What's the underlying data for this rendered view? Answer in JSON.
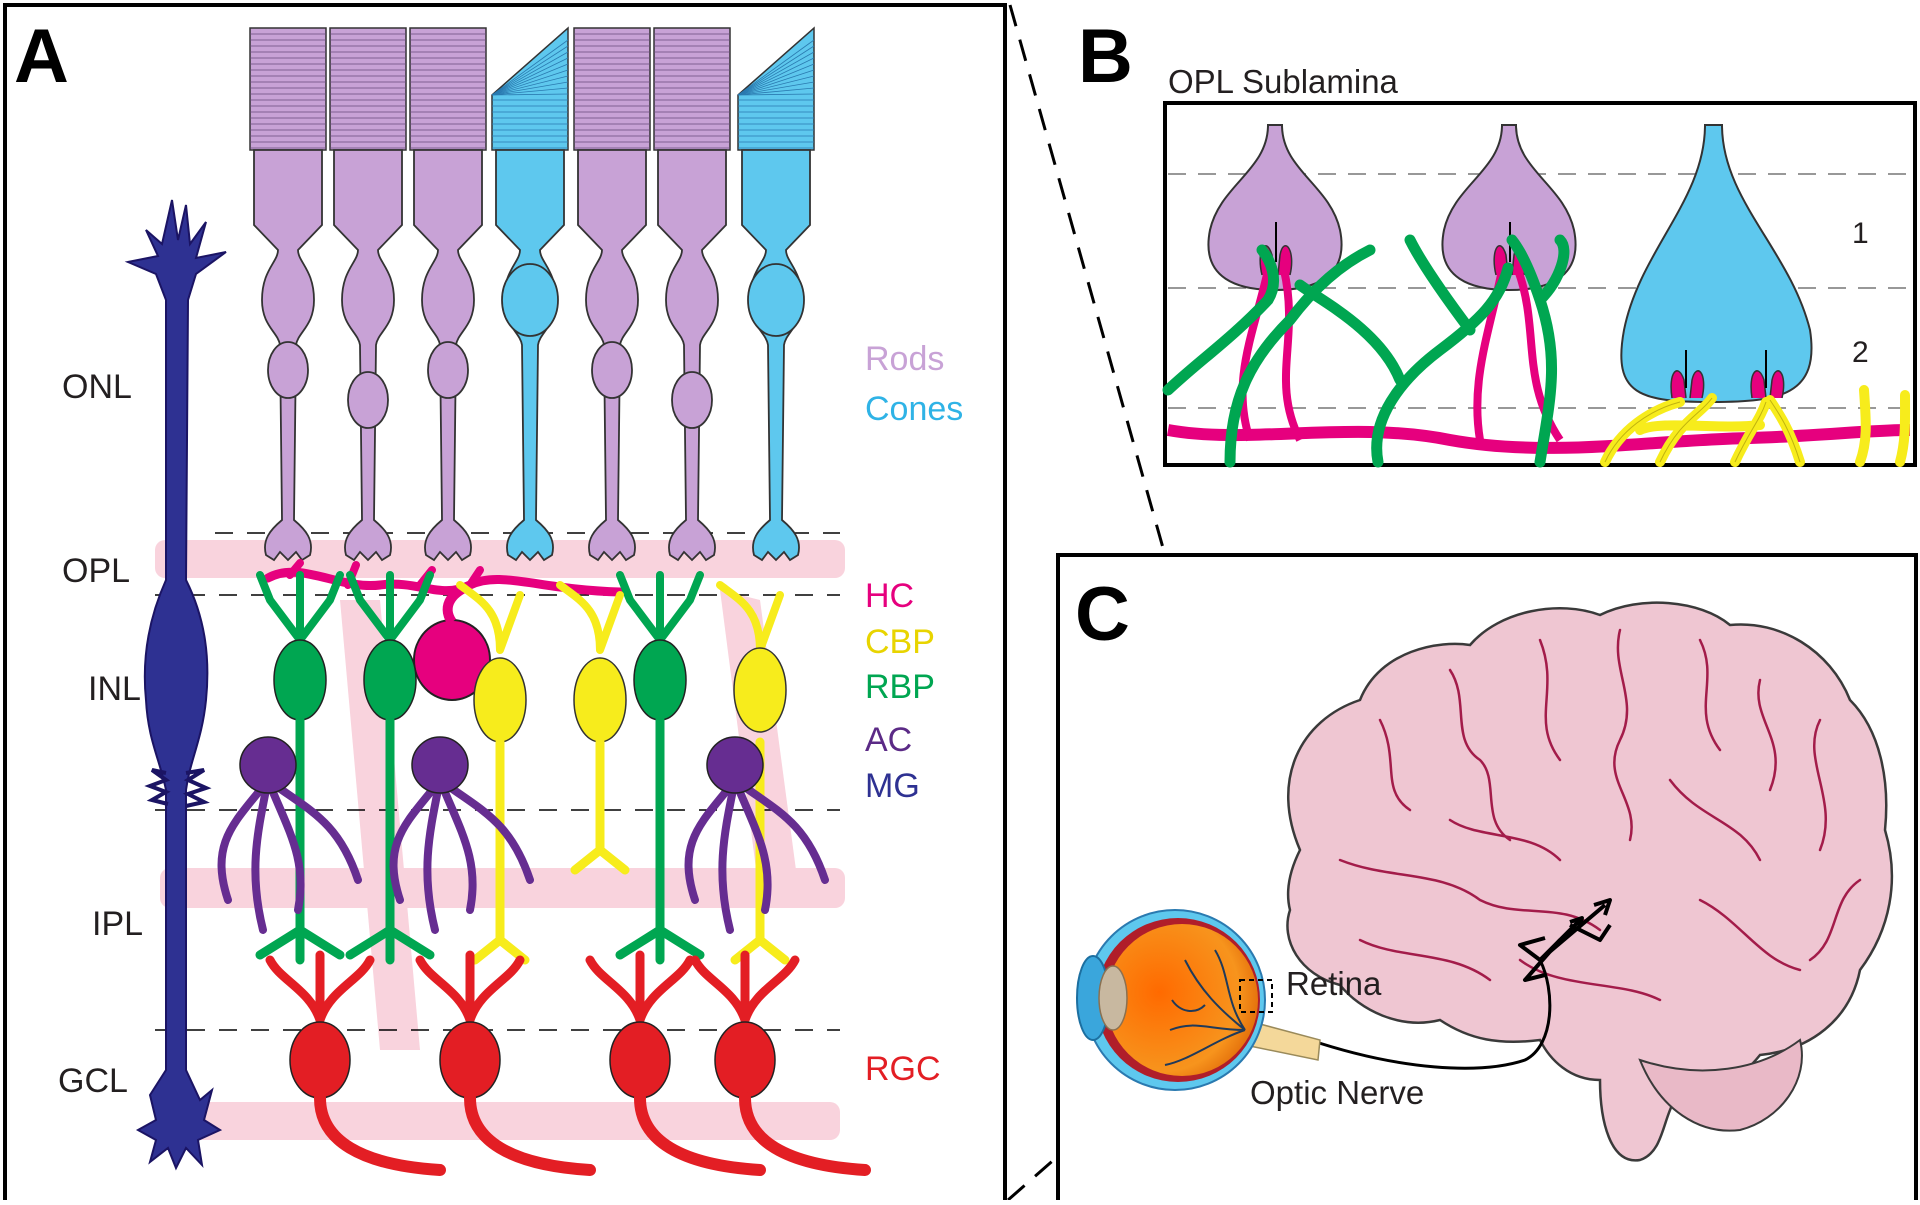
{
  "panel_a": {
    "letter": "A",
    "layers": [
      "ONL",
      "OPL",
      "INL",
      "IPL",
      "GCL"
    ],
    "legend": [
      {
        "label": "Rods",
        "color": "#c8a2d6"
      },
      {
        "label": "Cones",
        "color": "#2fb3e6"
      },
      {
        "label": "HC",
        "color": "#e6007e"
      },
      {
        "label": "CBP",
        "color": "#e8d400"
      },
      {
        "label": "RBP",
        "color": "#00a651"
      },
      {
        "label": "AC",
        "color": "#5b2a86"
      },
      {
        "label": "MG",
        "color": "#2e3192"
      },
      {
        "label": "RGC",
        "color": "#e31e24"
      }
    ]
  },
  "panel_b": {
    "letter": "B",
    "title": "OPL Sublamina",
    "sublayers": [
      "1",
      "2"
    ]
  },
  "panel_c": {
    "letter": "C",
    "labels": {
      "retina": "Retina",
      "optic_nerve": "Optic Nerve"
    }
  },
  "colors": {
    "rod": "#c8a2d6",
    "cone": "#5ec8ee",
    "hc": "#e6007e",
    "cbp": "#f7ec1c",
    "rbp": "#00a651",
    "ac": "#662d91",
    "mg": "#2e3192",
    "rgc": "#e31e24",
    "band": "#f9d3dd",
    "brain": "#efc6d2",
    "brain_line": "#a31c4a",
    "eye_orange": "#f7941d"
  }
}
